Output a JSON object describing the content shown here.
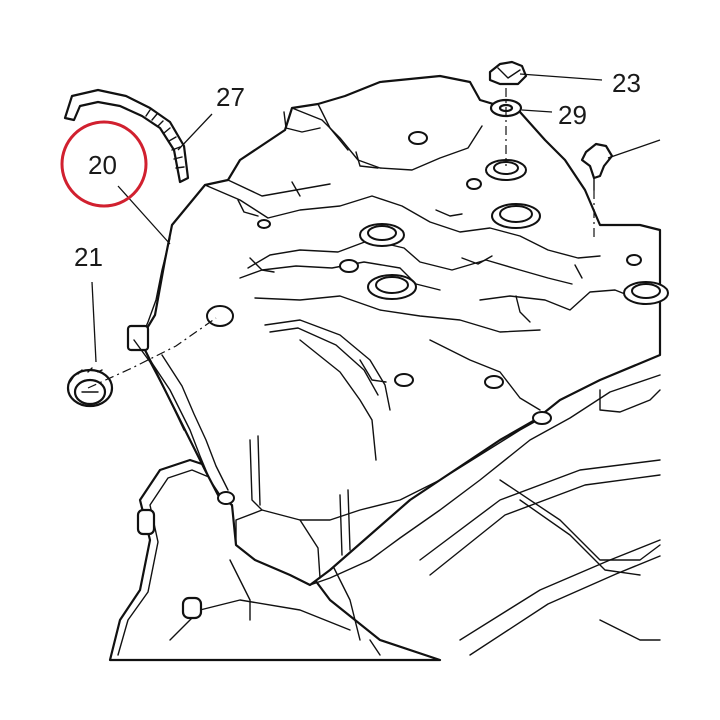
{
  "diagram": {
    "highlight_color": "#d1202f",
    "line_color": "#111111",
    "callouts": {
      "c20": "20",
      "c21": "21",
      "c23": "23",
      "c27": "27",
      "c29": "29"
    },
    "highlighted_callout": "20"
  }
}
